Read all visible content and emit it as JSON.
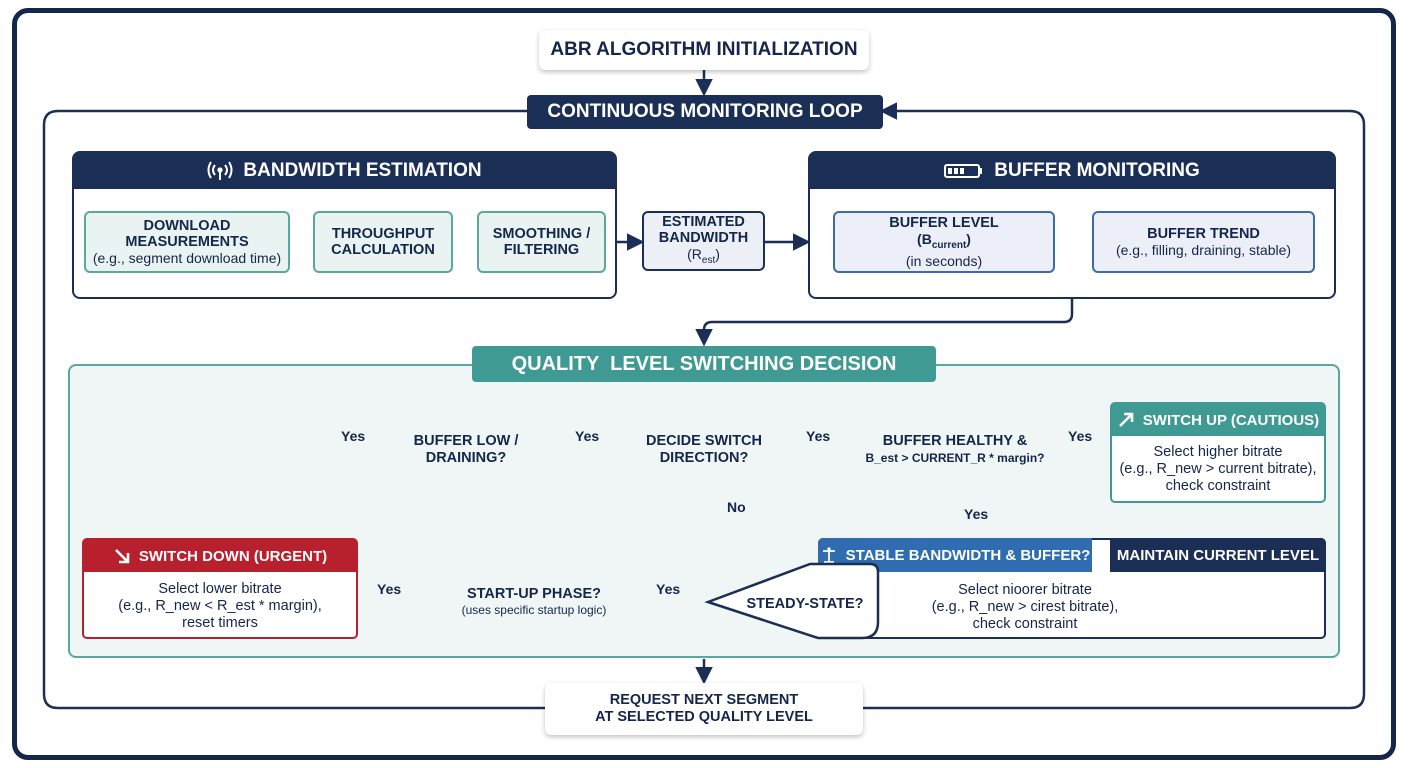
{
  "title": "ABR ALGORITHM INITIALIZATION",
  "loop_label": "CONTINUOUS MONITORING LOOP",
  "bandwidth": {
    "title": "BANDWIDTH ESTIMATION",
    "icon": "signal-icon",
    "download_title": "DOWNLOAD MEASUREMENTS",
    "download_sub": "(e.g., segment download time)",
    "throughput": "THROUGHPUT CALCULATION",
    "smoothing": "SMOOTHING / FILTERING"
  },
  "estimated": {
    "line1": "ESTIMATED",
    "line2": "BANDWIDTH",
    "symbol": "R",
    "symbol_sub": "est"
  },
  "buffer": {
    "title": "BUFFER MONITORING",
    "icon": "battery-icon",
    "level_title": "BUFFER LEVEL",
    "level_symbol": "B",
    "level_symbol_sub": "current",
    "level_sub": "(in seconds)",
    "trend_title": "BUFFER TREND",
    "trend_sub": "(e.g., filling, draining, stable)"
  },
  "decision": {
    "title": "QUALITY  LEVEL SWITCHING DECISION",
    "decide": "DECIDE SWITCH DIRECTION?",
    "buffer_low": "BUFFER LOW / DRAINING?",
    "healthy_title": "BUFFER HEALTHY &",
    "healthy_sub": "B_est > CURRENT_R * margin?",
    "startup_title": "START-UP PHASE?",
    "startup_sub": "(uses specific startup logic)",
    "steady": "STEADY-STATE?",
    "labels": {
      "yes": "Yes",
      "no": "No"
    }
  },
  "switch_up": {
    "title": "SWITCH UP (CAUTIOUS)",
    "icon": "arrow-up-right-icon",
    "line1": "Select higher bitrate",
    "line2": "(e.g., R_new > current bitrate),",
    "line3": "check constraint"
  },
  "switch_down": {
    "title": "SWITCH DOWN (URGENT)",
    "icon": "arrow-down-right-icon",
    "line1": "Select lower bitrate",
    "line2": "(e.g., R_new < R_est * margin),",
    "line3": "reset timers"
  },
  "stable": {
    "title": "STABLE BANDWIDTH & BUFFER?",
    "icon": "balance-icon"
  },
  "maintain": {
    "title": "MAINTAIN CURRENT LEVEL",
    "line1": "Select nioorer bitrate",
    "line2": "(e.g., R_new > cirest bitrate),",
    "line3": "check constraint"
  },
  "request": {
    "line1": "REQUEST NEXT SEGMENT",
    "line2": "AT SELECTED QUALITY LEVEL"
  },
  "colors": {
    "navy": "#1b2e55",
    "teal": "#3f9a93",
    "red": "#b8202e",
    "blue": "#3d6aa8"
  }
}
